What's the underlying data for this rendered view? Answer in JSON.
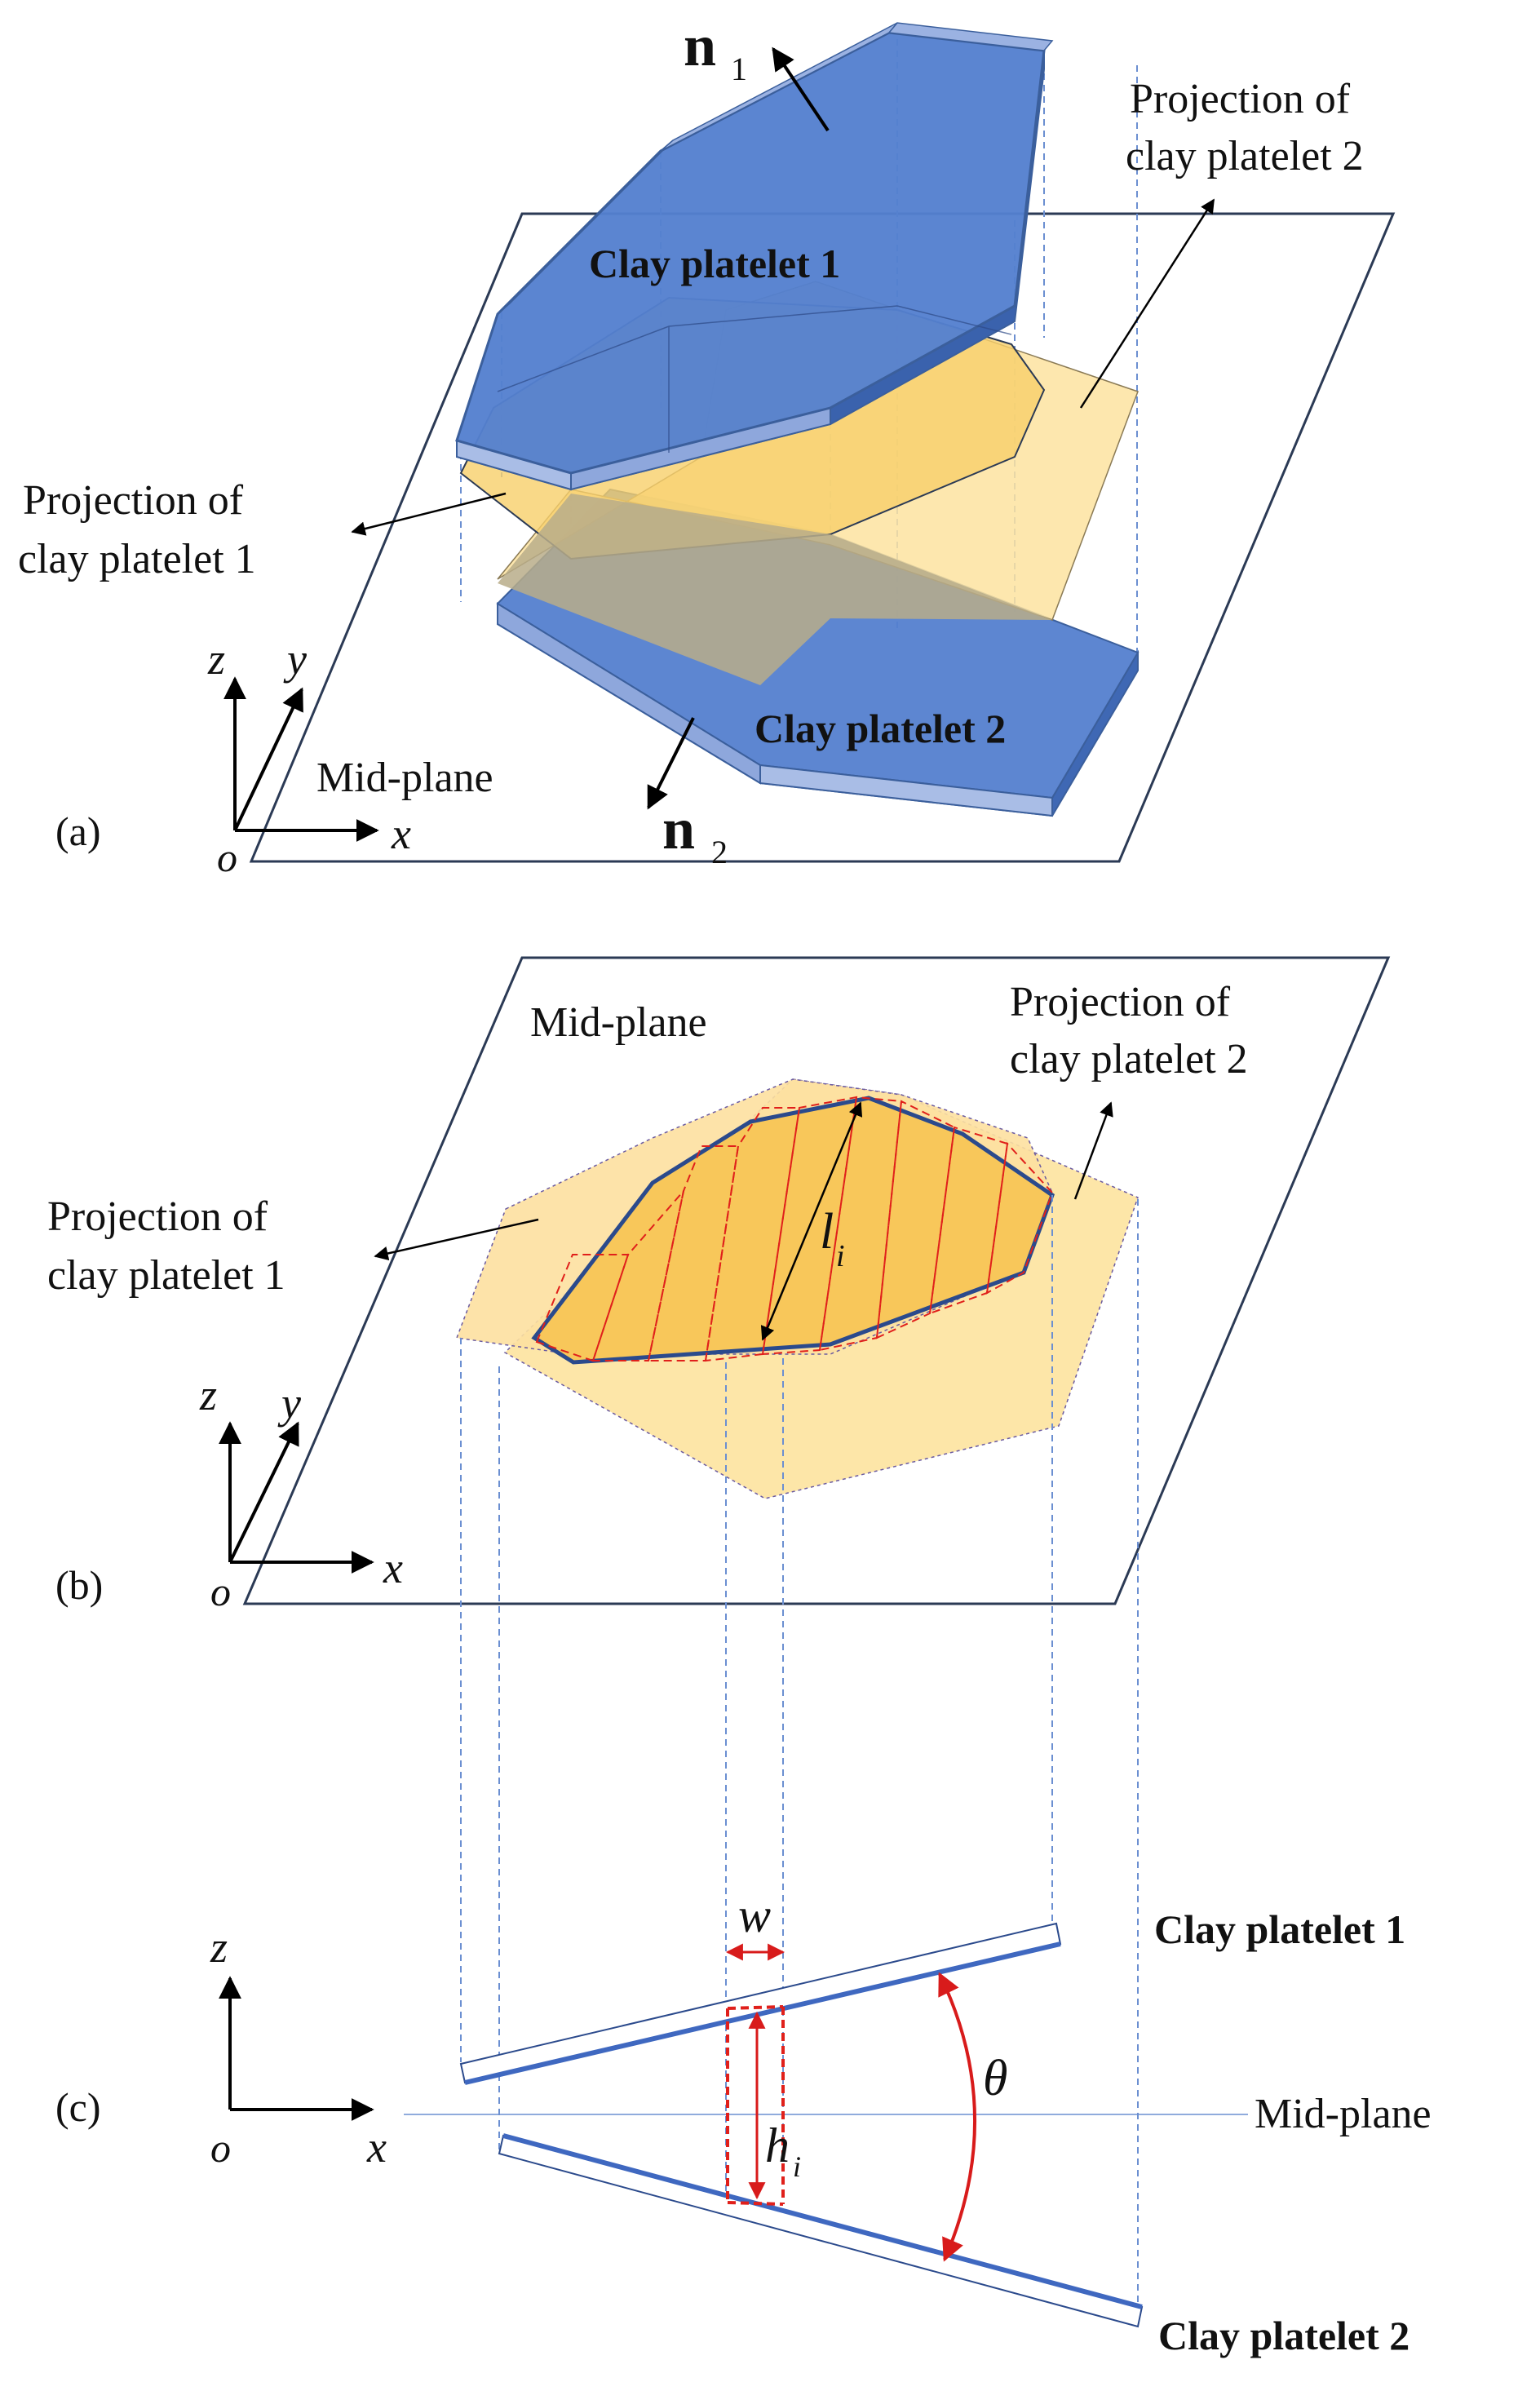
{
  "colors": {
    "platelet_blue": "#4a78c8",
    "platelet_edge": "#3b5f9c",
    "projection_yellow": "#fbd985",
    "projection_dark": "#c9b37a",
    "guide_dashed": "#6b8fd1",
    "strip_red": "#e0201b",
    "angle_red": "#d81b1b",
    "frame": "#2b3a55"
  },
  "panel_a": {
    "tag": "(a)",
    "n1_bold": "n",
    "n1_sub": "1",
    "n2_bold": "n",
    "n2_sub": "2",
    "clay1": "Clay platelet 1",
    "clay2": "Clay platelet 2",
    "proj2_line1": "Projection of",
    "proj2_line2": "clay platelet 2",
    "proj1_line1": "Projection of",
    "proj1_line2": "clay platelet 1",
    "midplane": "Mid-plane",
    "axis_z": "z",
    "axis_y": "y",
    "axis_x": "x",
    "axis_o": "o"
  },
  "panel_b": {
    "tag": "(b)",
    "midplane": "Mid-plane",
    "proj2_line1": "Projection of",
    "proj2_line2": "clay platelet 2",
    "proj1_line1": "Projection of",
    "proj1_line2": "clay platelet 1",
    "li_main": "l",
    "li_sub": "i",
    "axis_z": "z",
    "axis_y": "y",
    "axis_x": "x",
    "axis_o": "o"
  },
  "panel_c": {
    "tag": "(c)",
    "w": "w",
    "hi_main": "h",
    "hi_sub": "i",
    "theta": "θ",
    "clay1": "Clay platelet 1",
    "clay2": "Clay platelet 2",
    "midplane": "Mid-plane",
    "axis_z": "z",
    "axis_x": "x",
    "axis_o": "o"
  }
}
